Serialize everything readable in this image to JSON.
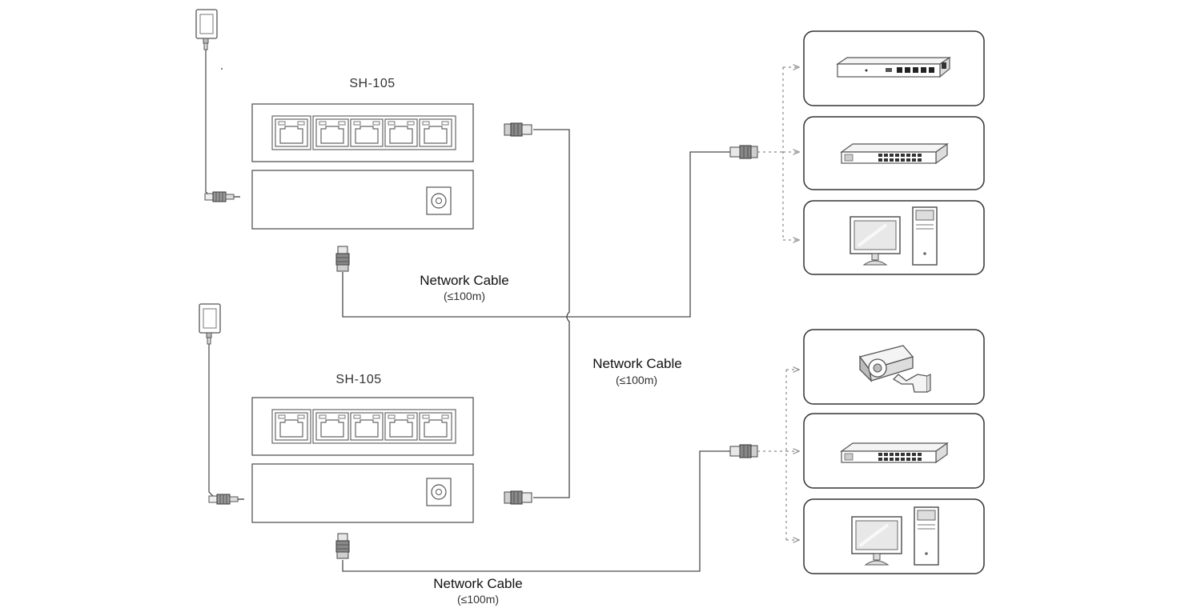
{
  "switch_top": {
    "model": "SH-105"
  },
  "switch_bottom": {
    "model": "SH-105"
  },
  "cable_top": {
    "label": "Network Cable",
    "distance": "(≤100m)"
  },
  "cable_middle": {
    "label": "Network Cable",
    "distance": "(≤100m)"
  },
  "cable_bottom": {
    "label": "Network Cable",
    "distance": "(≤100m)"
  },
  "devices_top": [
    "router-icon",
    "switch-icon",
    "desktop-pc-icon"
  ],
  "devices_bottom": [
    "cctv-camera-icon",
    "switch-icon",
    "desktop-pc-icon"
  ],
  "colors": {
    "line": "#4a4a4a",
    "box": "#555555",
    "dashed": "#8a8a8a"
  }
}
